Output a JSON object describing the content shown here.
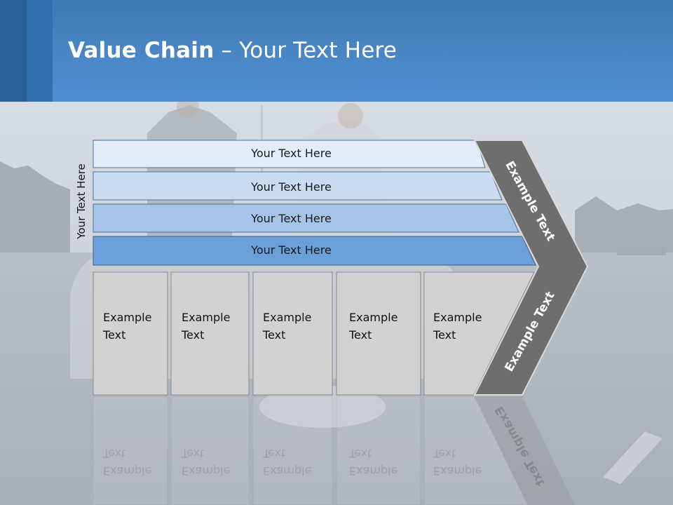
{
  "slide": {
    "title_bold": "Value Chain",
    "title_rest": " – Your Text Here",
    "side_label": "Your Text Here"
  },
  "bars": [
    {
      "label": "Your Text Here"
    },
    {
      "label": "Your Text Here"
    },
    {
      "label": "Your Text Here"
    },
    {
      "label": "Your Text Here"
    }
  ],
  "boxes": [
    {
      "line1": "Example",
      "line2": "Text"
    },
    {
      "line1": "Example",
      "line2": "Text"
    },
    {
      "line1": "Example",
      "line2": "Text"
    },
    {
      "line1": "Example",
      "line2": "Text"
    },
    {
      "line1": "Example",
      "line2": "Text"
    }
  ],
  "chevron": {
    "top_label": "Example Text",
    "bottom_label": "Example Text"
  },
  "colors": {
    "header": "#4a87c6",
    "bar_1": "#e3ecf8",
    "bar_2": "#c9dcf2",
    "bar_3": "#a6c4e8",
    "bar_4": "#6a9fd9",
    "box_fill": "#d2d2d2",
    "chevron": "#6e6e6e"
  }
}
